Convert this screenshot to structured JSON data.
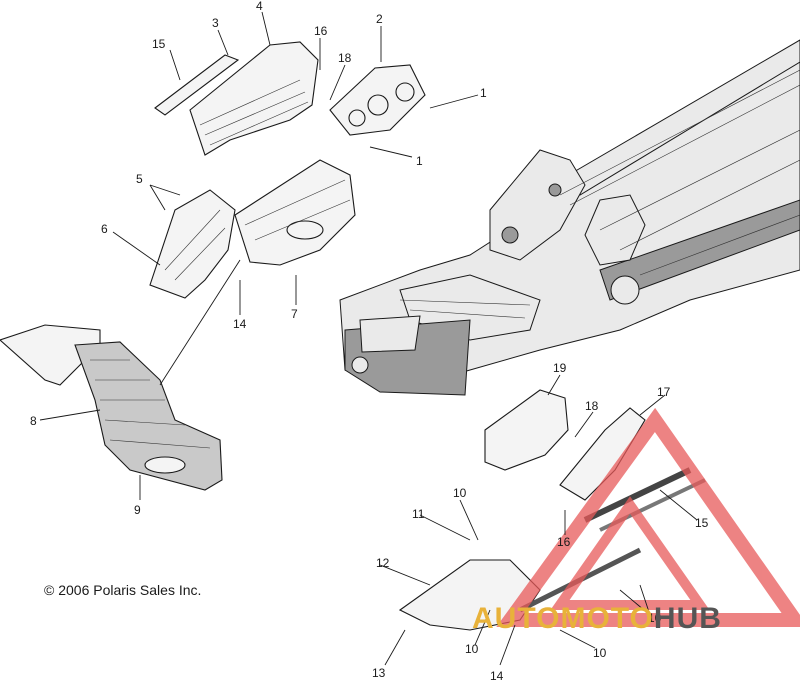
{
  "diagram": {
    "copyright": "© 2006 Polaris Sales Inc.",
    "watermark": {
      "part1": "AUTO",
      "part2": "MOTO",
      "part3": "HUB",
      "colors": {
        "accent": "#e8b23a",
        "dark": "#555555",
        "triangle": "#e85a5a"
      }
    },
    "callouts": [
      {
        "id": "c1a",
        "text": "1"
      },
      {
        "id": "c1b",
        "text": "1"
      },
      {
        "id": "c2",
        "text": "2"
      },
      {
        "id": "c3",
        "text": "3"
      },
      {
        "id": "c4",
        "text": "4"
      },
      {
        "id": "c5",
        "text": "5"
      },
      {
        "id": "c6",
        "text": "6"
      },
      {
        "id": "c7",
        "text": "7"
      },
      {
        "id": "c8",
        "text": "8"
      },
      {
        "id": "c9",
        "text": "9"
      },
      {
        "id": "c10a",
        "text": "10"
      },
      {
        "id": "c10b",
        "text": "10"
      },
      {
        "id": "c10c",
        "text": "10"
      },
      {
        "id": "c10d",
        "text": "10"
      },
      {
        "id": "c11",
        "text": "11"
      },
      {
        "id": "c12",
        "text": "12"
      },
      {
        "id": "c13",
        "text": "13"
      },
      {
        "id": "c14a",
        "text": "14"
      },
      {
        "id": "c14b",
        "text": "14"
      },
      {
        "id": "c15a",
        "text": "15"
      },
      {
        "id": "c15b",
        "text": "15"
      },
      {
        "id": "c16a",
        "text": "16"
      },
      {
        "id": "c16b",
        "text": "16"
      },
      {
        "id": "c17",
        "text": "17"
      },
      {
        "id": "c18a",
        "text": "18"
      },
      {
        "id": "c18b",
        "text": "18"
      },
      {
        "id": "c19",
        "text": "19"
      }
    ]
  }
}
